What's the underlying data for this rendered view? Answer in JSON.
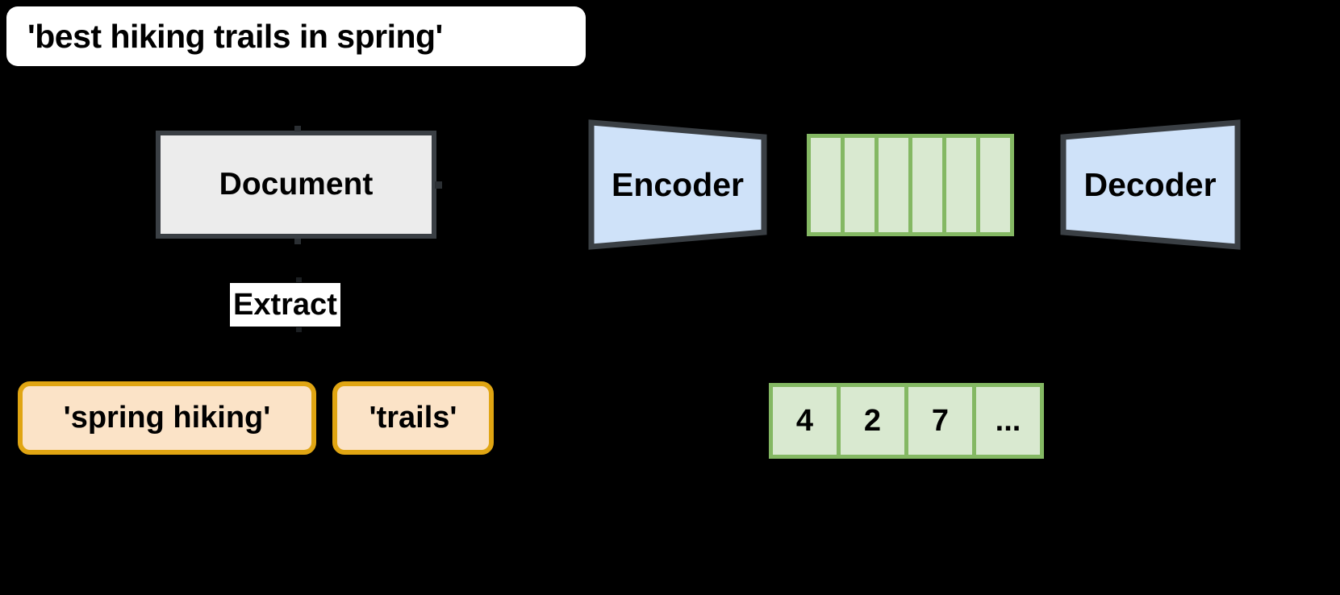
{
  "diagram": {
    "query": {
      "text": "'best hiking trails in spring'"
    },
    "document": {
      "label": "Document"
    },
    "extract": {
      "label": "Extract"
    },
    "keywords": [
      {
        "label": "'spring hiking'"
      },
      {
        "label": "'trails'"
      }
    ],
    "encoder": {
      "label": "Encoder",
      "fill": "#cfe2f9",
      "stroke": "#3a3f44"
    },
    "decoder": {
      "label": "Decoder",
      "fill": "#cfe2f9",
      "stroke": "#3a3f44"
    },
    "embedding": {
      "cells": [
        "",
        "",
        "",
        "",
        "",
        ""
      ],
      "fill": "#d9e9d0",
      "stroke": "#84b863"
    },
    "token_ids": {
      "cells": [
        "4",
        "2",
        "7",
        "..."
      ],
      "fill": "#d9e9d0",
      "stroke": "#84b863"
    },
    "colors": {
      "background": "#000000",
      "document_fill": "#ececec",
      "document_stroke": "#3a3f44",
      "keyword_fill": "#fbe3c7",
      "keyword_stroke": "#e0a512",
      "bubble_fill": "#ffffff"
    }
  }
}
